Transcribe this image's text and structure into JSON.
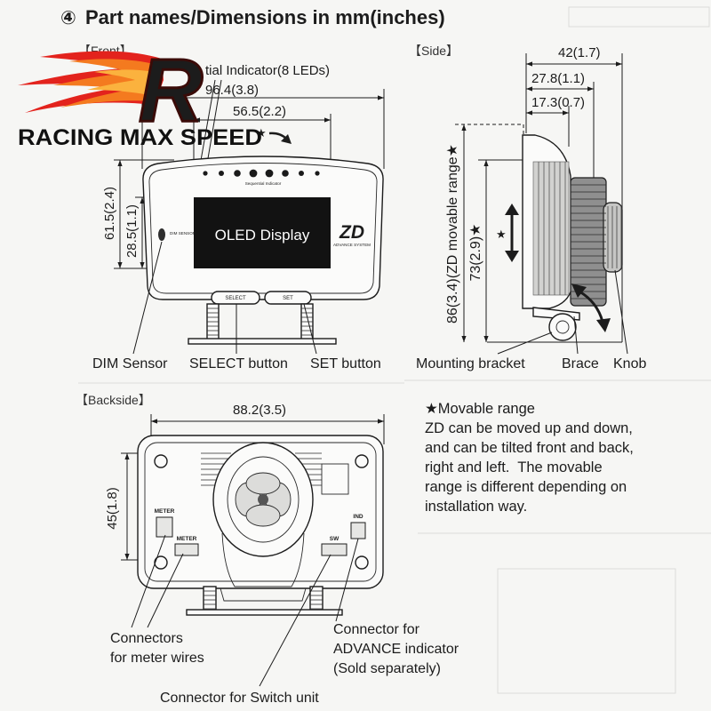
{
  "title": {
    "number": "④",
    "text": "Part names/Dimensions in mm(inches)"
  },
  "logo": {
    "letter": "R",
    "text": "RACING MAX SPEED",
    "colors": {
      "red": "#e3231d",
      "orange": "#f47a1f",
      "yellow": "#fbb23e"
    }
  },
  "front": {
    "heading": "【Front】",
    "indicator_label": "tial Indicator(8 LEDs)",
    "star": "★",
    "dims": {
      "width_total": "96.4(3.8)",
      "width_display": "56.5(2.2)",
      "height_total": "61.5(2.4)",
      "height_display": "28.5(1.1)"
    },
    "display_text": "OLED Display",
    "brand": "ZD",
    "brand_sub": "ADVANCE SYSTEM",
    "indicator_small": "Sequential Indicator",
    "dim_sensor_small": "DIM SENSOR",
    "buttons": {
      "select": "SELECT",
      "set": "SET"
    },
    "led_count": 8,
    "labels": {
      "dim_sensor": "DIM Sensor",
      "select": "SELECT button",
      "set": "SET button"
    }
  },
  "side": {
    "heading": "【Side】",
    "star": "★",
    "dims": {
      "depth_total": "42(1.7)",
      "depth_mid": "27.8(1.1)",
      "depth_body": "17.3(0.7)",
      "height_movable": "86(3.4)(ZD movable range★",
      "height_bracket": "73(2.9)★"
    },
    "labels": {
      "mounting_bracket": "Mounting bracket",
      "brace": "Brace",
      "knob": "Knob"
    }
  },
  "back": {
    "heading": "【Backside】",
    "dims": {
      "width": "88.2(3.5)",
      "height": "45(1.8)"
    },
    "connectors": {
      "meter_1": "METER",
      "meter_2": "METER",
      "sw": "SW",
      "ind": "IND"
    },
    "labels": {
      "meter_wires_line1": "Connectors",
      "meter_wires_line2": "for meter wires",
      "switch_unit": "Connector for Switch unit",
      "advance_line1": "Connector for",
      "advance_line2": "ADVANCE indicator",
      "advance_line3": "(Sold separately)"
    }
  },
  "movable_range": {
    "heading": "★Movable range",
    "lines": [
      "ZD can be moved up and down,",
      "and can be tilted front and back,",
      "right and left.  The movable",
      "range is different depending on",
      "installation way."
    ]
  }
}
